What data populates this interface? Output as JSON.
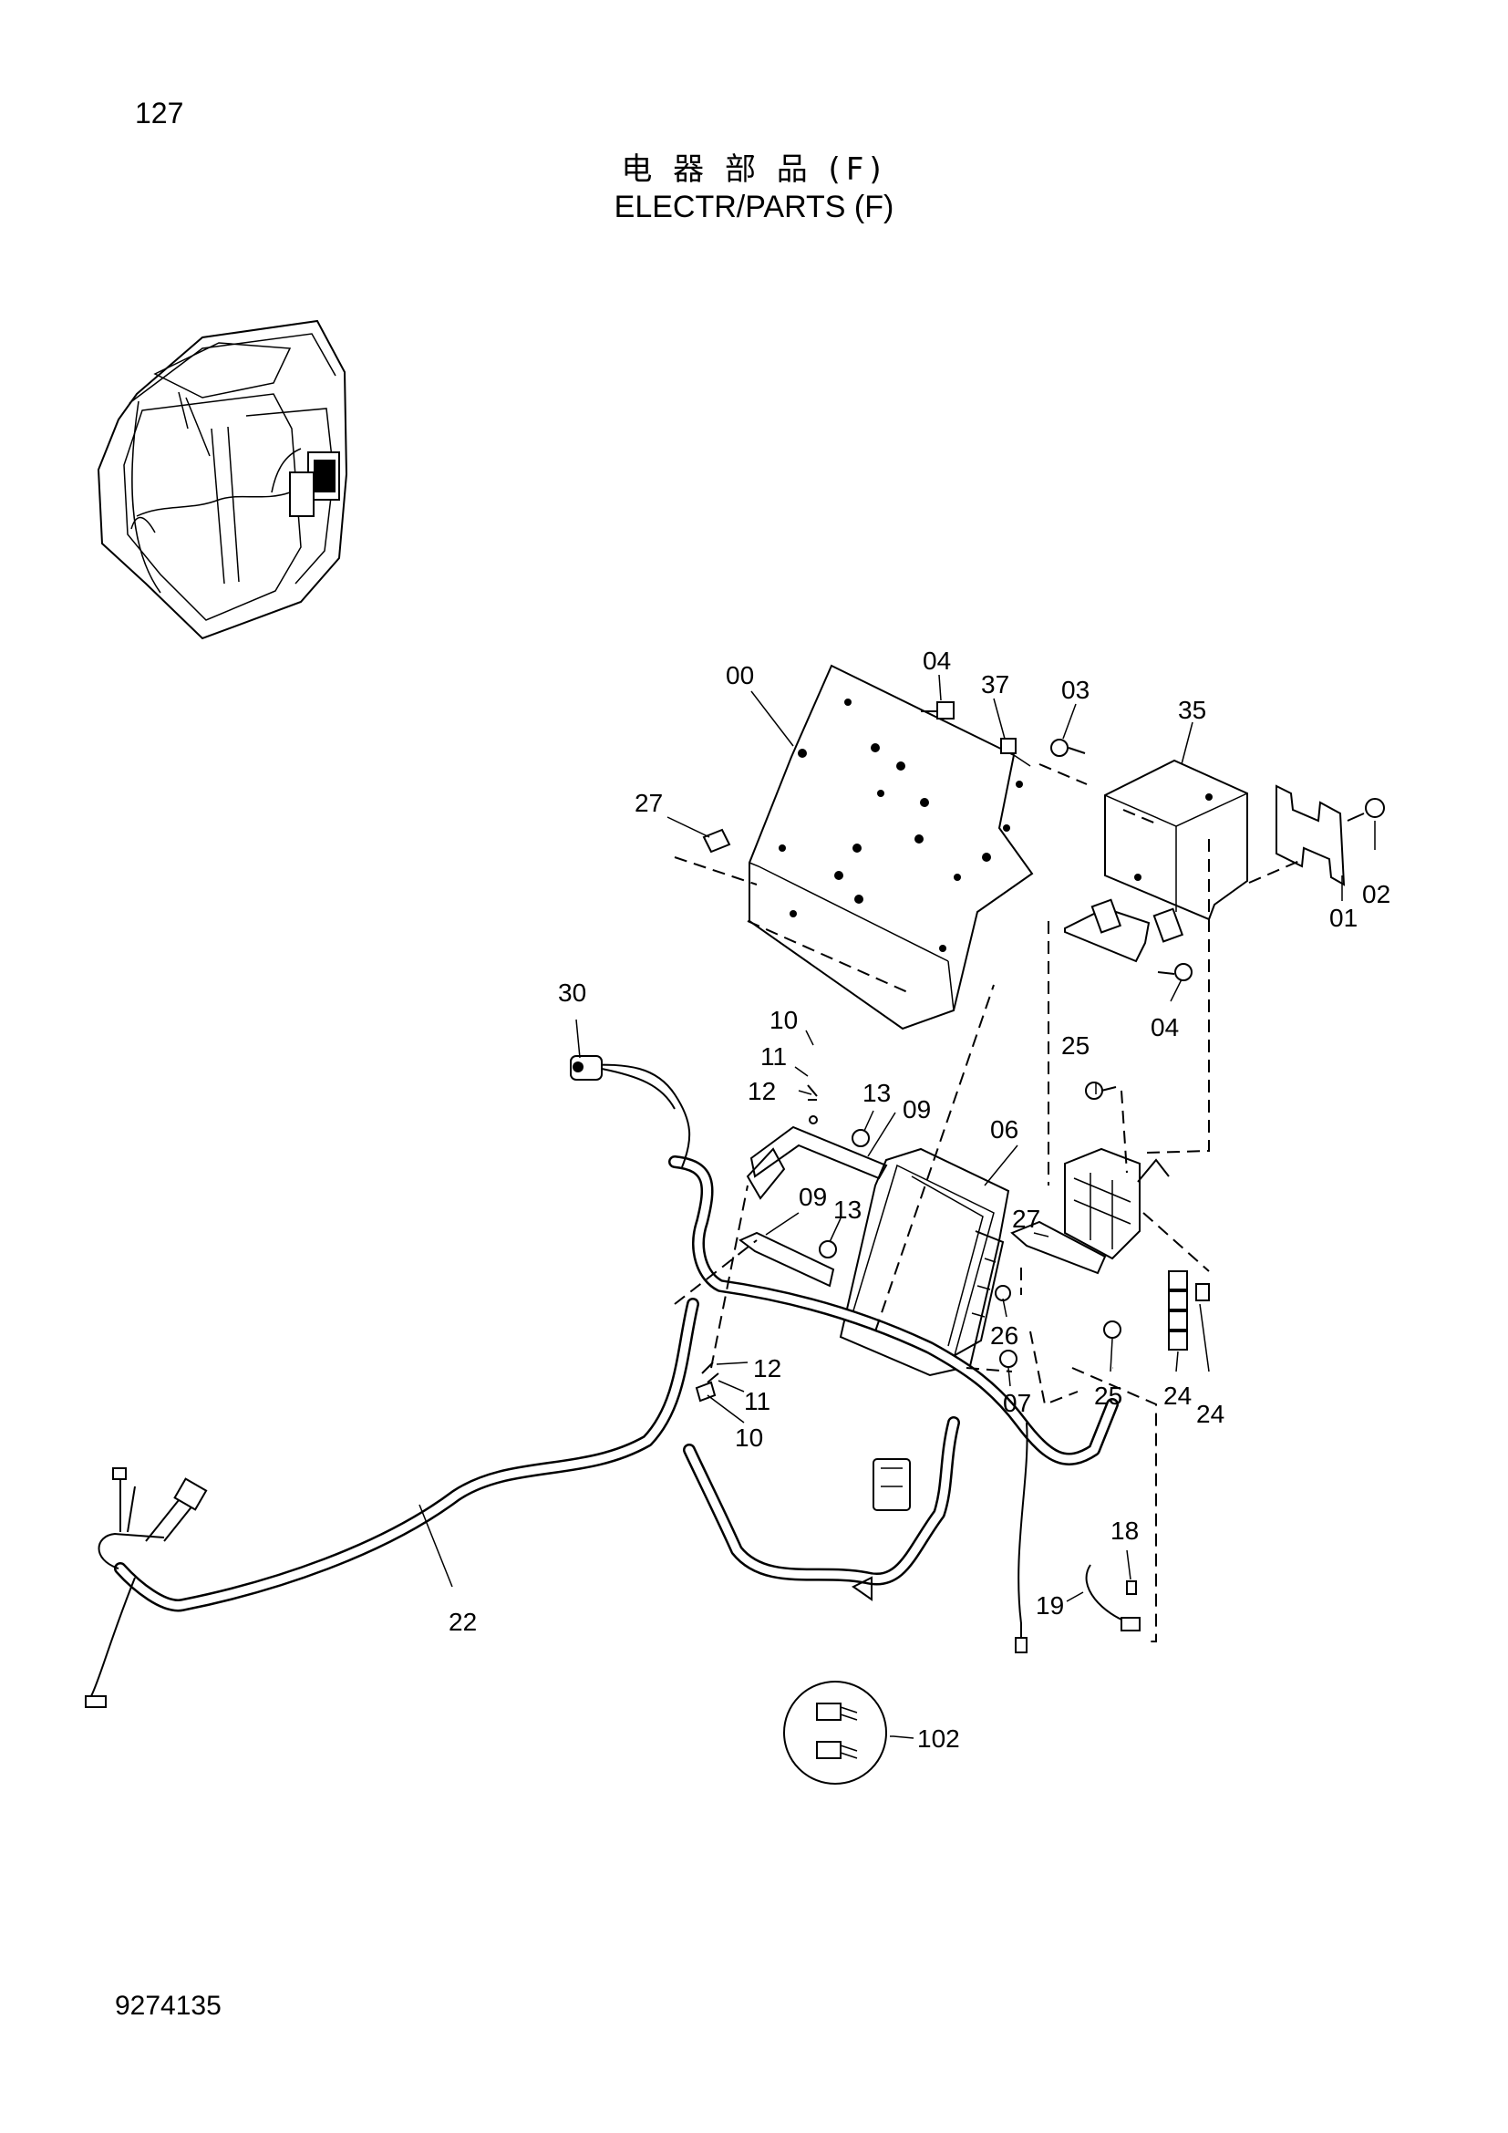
{
  "header": {
    "page_number": "127",
    "title_cn": "电 器 部 品 (F)",
    "title_en": "ELECTR/PARTS  (F)"
  },
  "footer": {
    "document_number": "9274135"
  },
  "callouts": [
    {
      "id": "c00",
      "label": "00"
    },
    {
      "id": "c04a",
      "label": "04"
    },
    {
      "id": "c37",
      "label": "37"
    },
    {
      "id": "c03",
      "label": "03"
    },
    {
      "id": "c35",
      "label": "35"
    },
    {
      "id": "c27a",
      "label": "27"
    },
    {
      "id": "c02",
      "label": "02"
    },
    {
      "id": "c01",
      "label": "01"
    },
    {
      "id": "c04b",
      "label": "04"
    },
    {
      "id": "c30",
      "label": "30"
    },
    {
      "id": "c10a",
      "label": "10"
    },
    {
      "id": "c11a",
      "label": "11"
    },
    {
      "id": "c12a",
      "label": "12"
    },
    {
      "id": "c13a",
      "label": "13"
    },
    {
      "id": "c09a",
      "label": "09"
    },
    {
      "id": "c06",
      "label": "06"
    },
    {
      "id": "c25a",
      "label": "25"
    },
    {
      "id": "c09b",
      "label": "09"
    },
    {
      "id": "c13b",
      "label": "13"
    },
    {
      "id": "c27b",
      "label": "27"
    },
    {
      "id": "c26",
      "label": "26"
    },
    {
      "id": "c12b",
      "label": "12"
    },
    {
      "id": "c11b",
      "label": "11"
    },
    {
      "id": "c10b",
      "label": "10"
    },
    {
      "id": "c07",
      "label": "07"
    },
    {
      "id": "c25b",
      "label": "25"
    },
    {
      "id": "c24a",
      "label": "24"
    },
    {
      "id": "c24b",
      "label": "24"
    },
    {
      "id": "c18",
      "label": "18"
    },
    {
      "id": "c19",
      "label": "19"
    },
    {
      "id": "c22",
      "label": "22"
    },
    {
      "id": "c102",
      "label": "102"
    }
  ]
}
